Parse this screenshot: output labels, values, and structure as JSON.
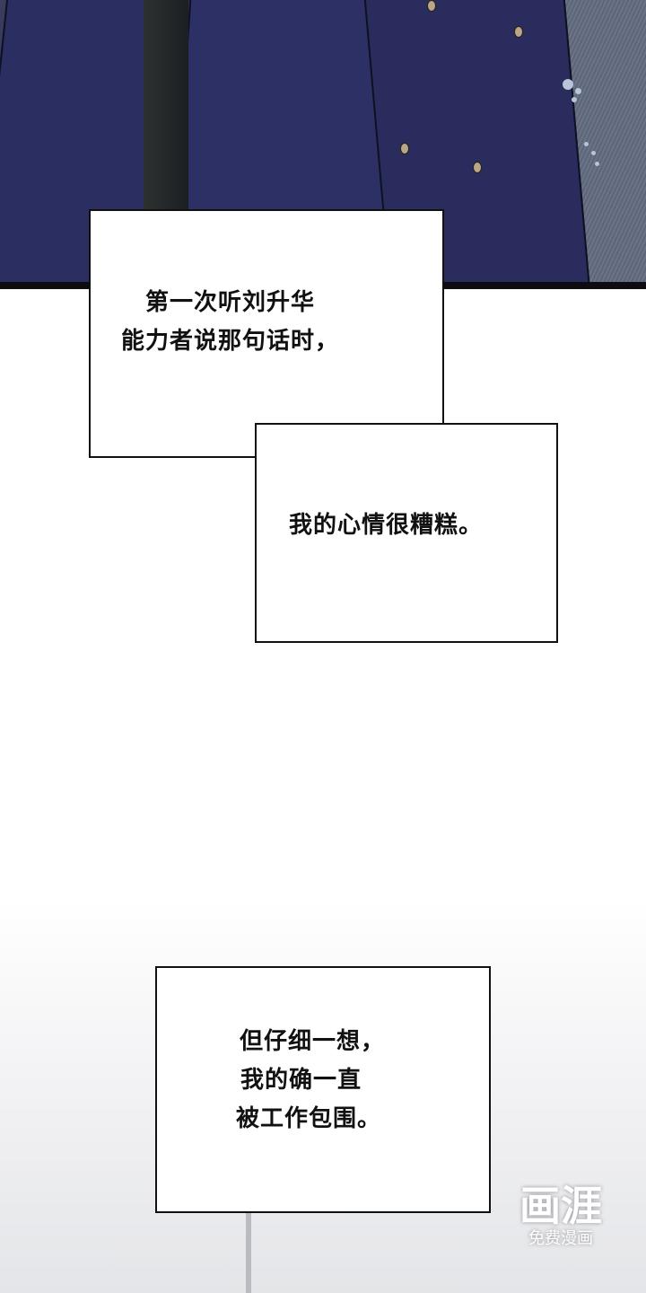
{
  "comic": {
    "panel_top": {
      "description": "dark navy coats of figures against grey textured wall",
      "colors": {
        "coat": "#2b2e60",
        "wall": "#6c7487",
        "button": "#b9a68b",
        "border": "#0c0c12"
      }
    },
    "captions": [
      {
        "lines": [
          "第一次听刘升华",
          "能力者说那句话时，"
        ]
      },
      {
        "lines": [
          "我的心情很糟糕。"
        ]
      },
      {
        "lines": [
          "但仔细一想，",
          "我的确一直",
          "被工作包围。"
        ]
      }
    ],
    "watermark": {
      "logo": "画涯",
      "subtitle": "免费漫画"
    }
  }
}
